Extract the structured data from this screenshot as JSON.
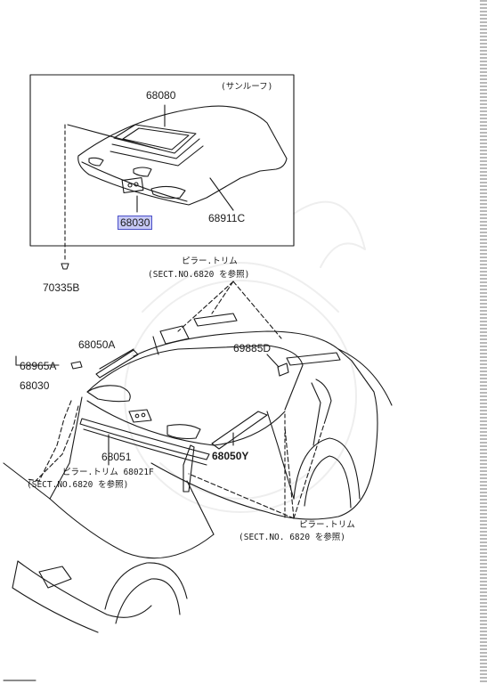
{
  "header": {
    "sunroof_note": "(サンルーフ)"
  },
  "parts": {
    "p68080": "68080",
    "p68030_top": "68030",
    "p68911c": "68911C",
    "p70335b": "70335B",
    "p68050a": "68050A",
    "p68965a": "68965A",
    "p68030": "68030",
    "p69885d": "69885D",
    "p68051": "68051",
    "p68050y": "68050Y"
  },
  "notes": {
    "top_trim": "ピラー.トリム",
    "top_sect": "(SECT.NO.6820 を参照)",
    "left_trim": "ピラー.トリム 68021F",
    "left_sect": "(SECT.NO.6820 を参照)",
    "bottom_trim": "ピラー.トリム",
    "bottom_sect": "(SECT.NO. 6820 を参照)"
  },
  "colors": {
    "highlight_fill": "#c7c9f5",
    "highlight_border": "#4b50c8",
    "line": "#1a1a1a"
  }
}
